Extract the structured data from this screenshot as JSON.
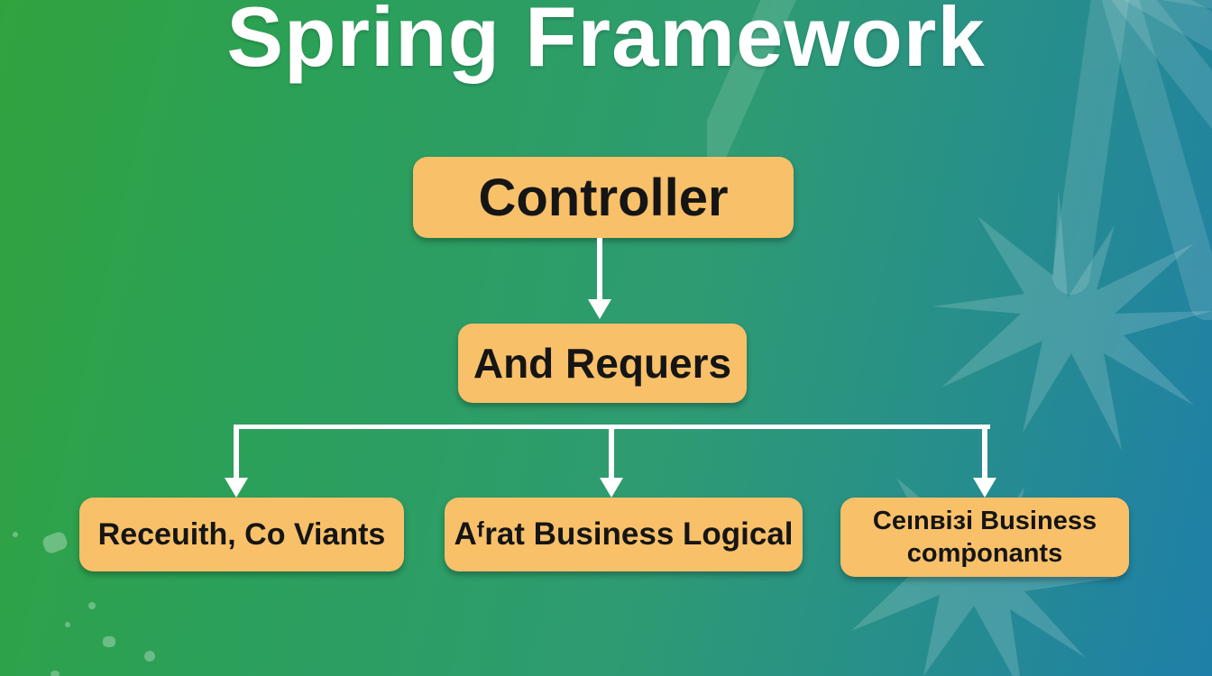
{
  "title": "Spring Framework",
  "nodes": {
    "root": {
      "label": "Controller"
    },
    "middle": {
      "label": "And Requers"
    },
    "children": [
      {
        "label": "Receuith, Co Viants"
      },
      {
        "label": "Aᶠrat Business Logical"
      },
      {
        "label": "Ceınвiзi Business comṗonants"
      }
    ]
  },
  "watermark": {
    "name": "tropical-leaf-watermark"
  },
  "colors": {
    "box_fill": "#F8C069",
    "box_text": "#151515",
    "connector": "#FFFFFF",
    "title_text": "#FFFFFF",
    "bg_green": "#31A33E",
    "bg_green2": "#2BA05A",
    "bg_teal": "#2E9B72",
    "bg_blue": "#1F7FA8"
  }
}
